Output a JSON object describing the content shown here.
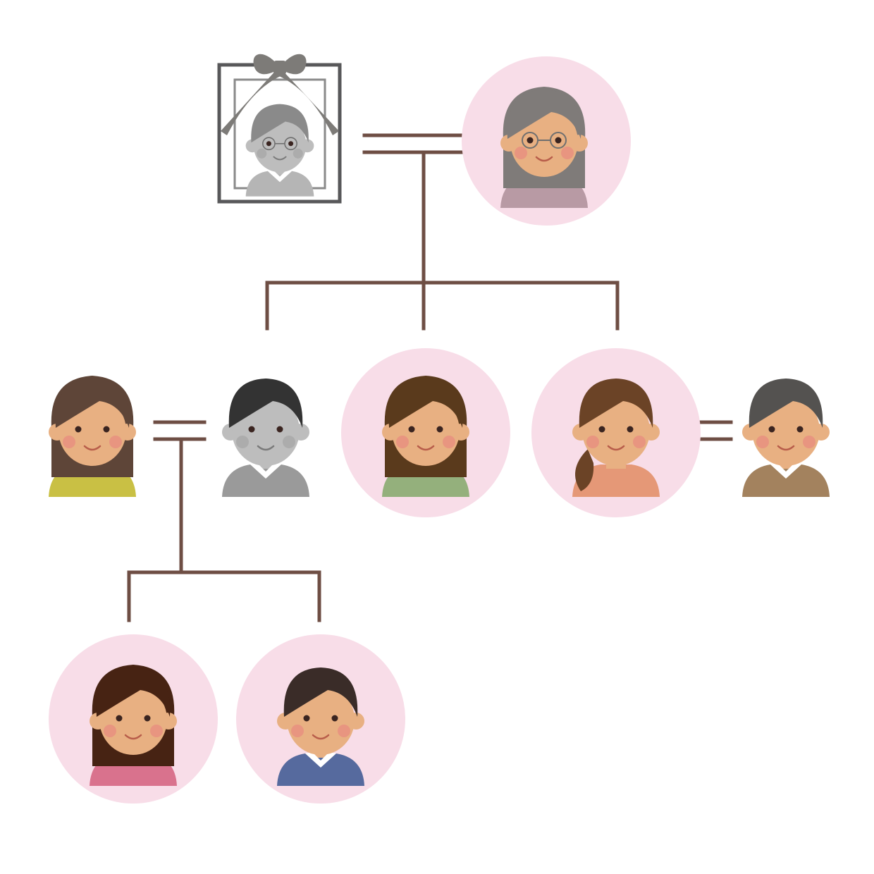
{
  "palette": {
    "line": "#6e4e44",
    "heir_circle": "#f8dde8",
    "skin": "#e8b082",
    "cheek": "#e78f80",
    "mourning_gray": "#7d7b78"
  },
  "people": [
    {
      "name": "deceased-grandfather",
      "role": "deceased",
      "heir": false,
      "hair": "#8a8a8a",
      "shirt": "#b5b5b5",
      "glasses": true,
      "deceased": true
    },
    {
      "name": "grandmother",
      "role": "spouse",
      "heir": true,
      "hair": "#7f7b79",
      "shirt": "#b89aa4",
      "glasses": true,
      "deceased": false
    },
    {
      "name": "daughter-in-law",
      "role": "spouse-of-child",
      "heir": false,
      "hair": "#5e4538",
      "shirt": "#c9c044",
      "glasses": false,
      "deceased": false
    },
    {
      "name": "deceased-son",
      "role": "child",
      "heir": false,
      "hair": "#333333",
      "shirt": "#9a9a9a",
      "glasses": false,
      "deceased": true
    },
    {
      "name": "daughter",
      "role": "child",
      "heir": true,
      "hair": "#5a3a1c",
      "shirt": "#94b07c",
      "glasses": false,
      "deceased": false
    },
    {
      "name": "younger-daughter",
      "role": "child",
      "heir": true,
      "hair": "#6b4326",
      "shirt": "#e59877",
      "glasses": false,
      "deceased": false
    },
    {
      "name": "son-in-law",
      "role": "spouse-of-child",
      "heir": false,
      "hair": "#545250",
      "shirt": "#a3825e",
      "glasses": false,
      "deceased": false
    },
    {
      "name": "granddaughter",
      "role": "grandchild",
      "heir": true,
      "hair": "#472313",
      "shirt": "#d9728d",
      "glasses": false,
      "deceased": false
    },
    {
      "name": "grandson",
      "role": "grandchild",
      "heir": true,
      "hair": "#3a2c28",
      "shirt": "#566a9e",
      "glasses": false,
      "deceased": false
    }
  ]
}
